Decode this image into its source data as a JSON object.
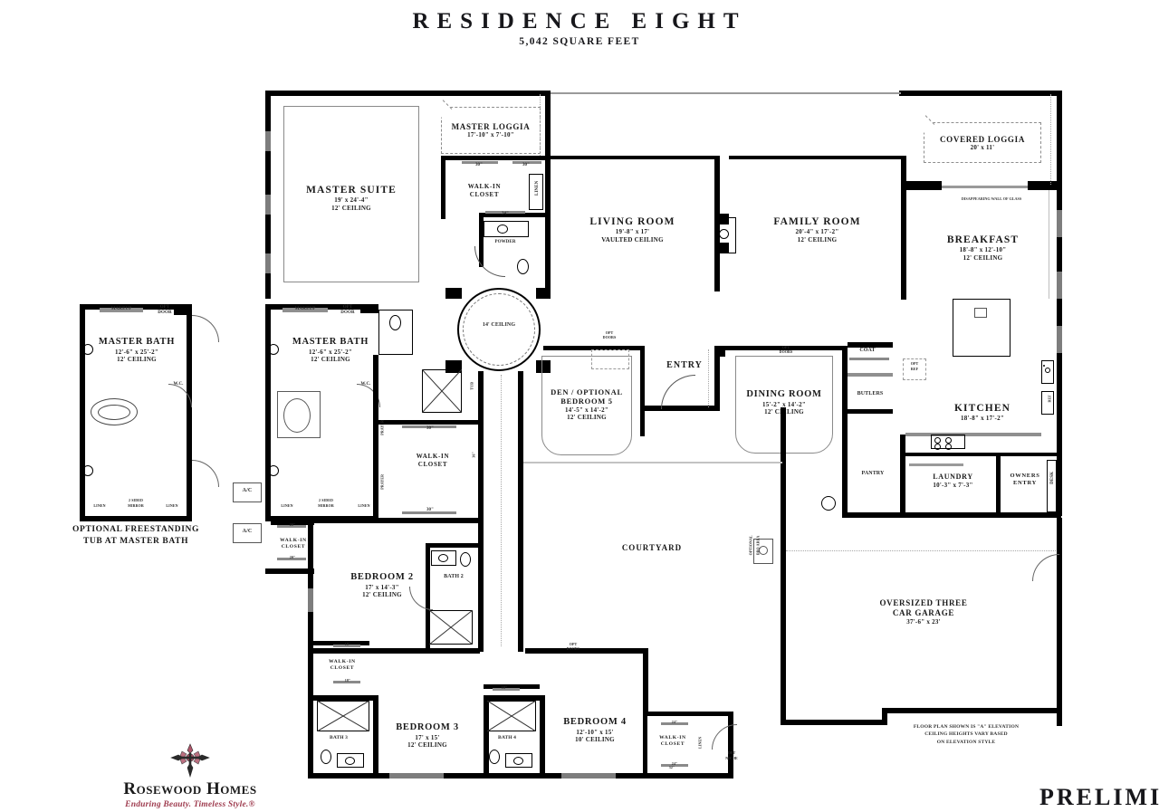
{
  "header": {
    "title": "RESIDENCE EIGHT",
    "subtitle": "5,042 SQUARE FEET"
  },
  "rooms": [
    {
      "key": "master_suite",
      "name": "MASTER SUITE",
      "dim": "19' x 24'-4\"",
      "ceiling": "12' CEILING"
    },
    {
      "key": "master_loggia",
      "name": "MASTER LOGGIA",
      "dim": "17'-10\" x 7'-10\"",
      "ceiling": ""
    },
    {
      "key": "living_room",
      "name": "LIVING ROOM",
      "dim": "19'-8\" x 17'",
      "ceiling": "VAULTED CEILING"
    },
    {
      "key": "family_room",
      "name": "FAMILY ROOM",
      "dim": "20'-4\" x 17'-2\"",
      "ceiling": "12' CEILING"
    },
    {
      "key": "covered_loggia",
      "name": "COVERED LOGGIA",
      "dim": "20' x 11'",
      "ceiling": ""
    },
    {
      "key": "breakfast",
      "name": "BREAKFAST",
      "dim": "18'-8\" x 12'-10\"",
      "ceiling": "12' CEILING"
    },
    {
      "key": "kitchen",
      "name": "KITCHEN",
      "dim": "18'-8\" x 17'-2\"",
      "ceiling": ""
    },
    {
      "key": "dining_room",
      "name": "DINING ROOM",
      "dim": "15'-2\" x 14'-2\"",
      "ceiling": "12' CEILING"
    },
    {
      "key": "den",
      "name": "DEN / OPTIONAL",
      "name2": "BEDROOM 5",
      "dim": "14'-5\" x 14'-2\"",
      "ceiling": "12' CEILING"
    },
    {
      "key": "master_bath",
      "name": "MASTER BATH",
      "dim": "12'-6\" x 25'-2\"",
      "ceiling": "12' CEILING"
    },
    {
      "key": "master_bath_opt",
      "name": "MASTER BATH",
      "dim": "12'-6\" x 25'-2\"",
      "ceiling": "12' CEILING"
    },
    {
      "key": "laundry",
      "name": "LAUNDRY",
      "dim": "10'-3\" x 7'-3\"",
      "ceiling": ""
    },
    {
      "key": "bedroom2",
      "name": "BEDROOM 2",
      "dim": "17' x 14'-3\"",
      "ceiling": "12' CEILING"
    },
    {
      "key": "bedroom3",
      "name": "BEDROOM 3",
      "dim": "17' x 15'",
      "ceiling": "12' CEILING"
    },
    {
      "key": "bedroom4",
      "name": "BEDROOM 4",
      "dim": "12'-10\" x 15'",
      "ceiling": "10' CEILING"
    },
    {
      "key": "garage",
      "name": "OVERSIZED THREE",
      "name2": "CAR GARAGE",
      "dim": "37'-6\" x 23'",
      "ceiling": ""
    }
  ],
  "labels": {
    "entry": "ENTRY",
    "courtyard": "COURTYARD",
    "rotunda_ceiling": "14' CEILING",
    "powder": "POWDER",
    "walk_in_closet": "WALK-IN",
    "walk_in_closet2": "CLOSET",
    "coat": "COAT",
    "butlers": "BUTLERS",
    "pantry": "PANTRY",
    "owners_entry1": "OWNERS",
    "owners_entry2": "ENTRY",
    "desk": "DESK",
    "bath2": "BATH 2",
    "bath3": "BATH 3",
    "bath4": "BATH 4",
    "ac": "A/C",
    "makeup": "MAKEUP",
    "opt_door1": "OPT",
    "opt_door2": "DOOR",
    "opt_doors1": "OPT",
    "opt_doors2": "DOORS",
    "opt_ref1": "OPT",
    "opt_ref2": "REF",
    "opt_sink1": "OPT",
    "opt_sink2": "SINK",
    "opt_bbq1": "OPTIONAL",
    "opt_bbq2": "BBQ AREA",
    "linen": "LINEN",
    "linen_mirror": "LINEN",
    "mirrored_above": "2 SIDED",
    "mirrored_above2": "MIRROR",
    "prayer": "PRAYER",
    "wc": "W.C.",
    "tub_area": "TUB",
    "glass_wall": "DISAPPEARING WALL OF GLASS",
    "width_30": "30\"",
    "width_36": "36\"",
    "width_24": "24\"",
    "width_32": "32\"",
    "width_20": "20\"",
    "width_18": "18\"",
    "width_10": "10\"",
    "opt_niche": "OPT",
    "opt_niche2": "NICHE"
  },
  "captions": {
    "optional_tub_line1": "OPTIONAL FREESTANDING",
    "optional_tub_line2": "TUB AT MASTER BATH"
  },
  "footer_note": {
    "line1": "FLOOR PLAN SHOWN IS \"A\" ELEVATION",
    "line2": "CEILING HEIGHTS VARY BASED",
    "line3": "ON ELEVATION STYLE"
  },
  "logo": {
    "name": "Rosewood Homes",
    "tagline": "Enduring Beauty. Timeless Style.®",
    "ornament": "fleur-ornament-icon"
  },
  "watermark": {
    "text": "PRELIMIN"
  },
  "colors": {
    "ink": "#17171b",
    "wall": "#000000",
    "hatch": "#7d7d7d",
    "accent": "#9e3b4e",
    "dash": "#9a9a9a"
  }
}
